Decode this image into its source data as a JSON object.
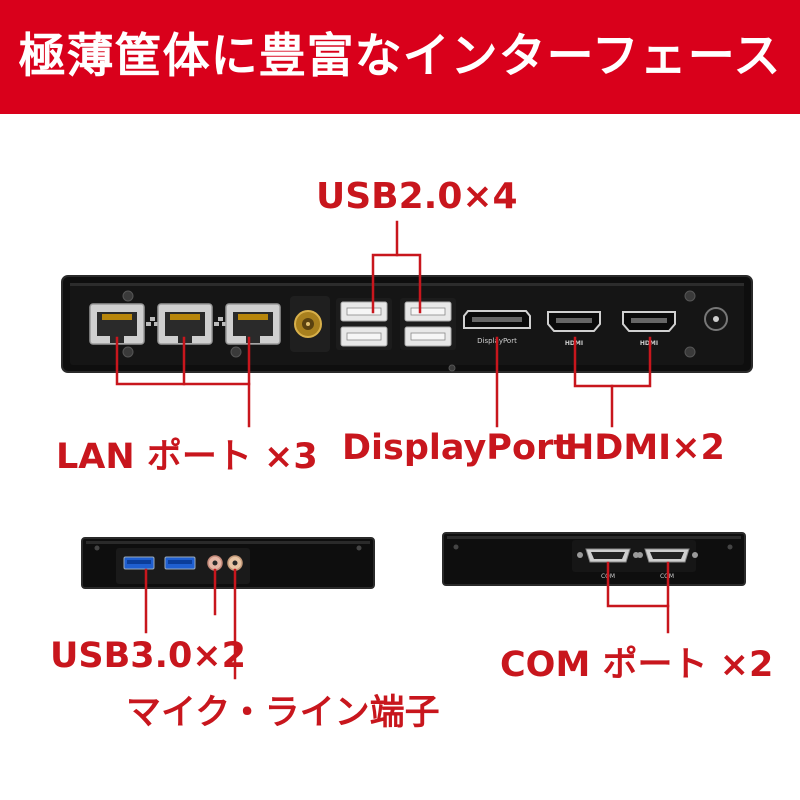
{
  "header": {
    "title": "極薄筐体に豊富なインターフェース"
  },
  "colors": {
    "banner": "#d9001b",
    "label_red": "#c8161d",
    "callout_line": "#c8161d",
    "device_body": "#0e0e0e"
  },
  "callouts": {
    "usb20": "USB2.0×4",
    "lan": "LAN ポート ×3",
    "displayport": "DisplayPort",
    "hdmi": "HDMI×2",
    "usb30": "USB3.0×2",
    "audio": "マイク・ライン端子",
    "com": "COM ポート ×2"
  },
  "panel_markings": {
    "displayport": "DisplayPort",
    "hdmi1": "HDMI",
    "hdmi2": "HDMI",
    "com1": "COM",
    "com2": "COM"
  }
}
